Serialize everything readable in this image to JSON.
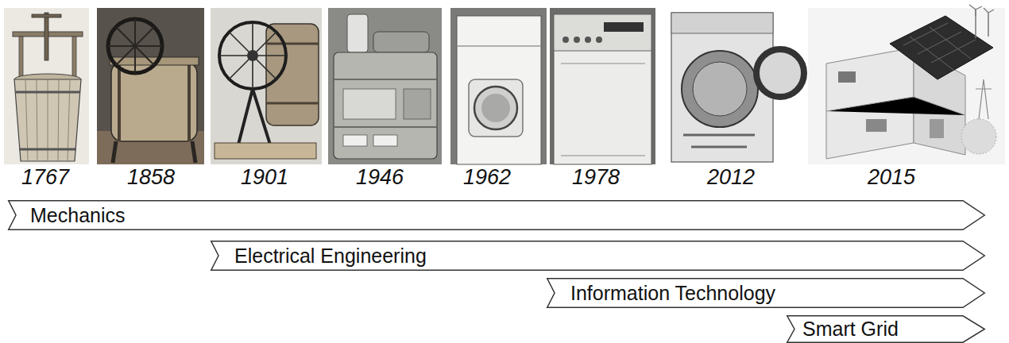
{
  "diagram": {
    "nodes": [
      {
        "text": [
          "Mechanics"
        ]
      },
      {
        "text": [
          "Electrical Engineering"
        ]
      },
      {
        "text": [
          "Information Technology"
        ]
      },
      {
        "text": [
          "Smart Grid"
        ]
      }
    ],
    "labels": [
      "1767",
      "1858",
      "1901",
      "1946",
      "1962",
      "1978",
      "2012",
      "2015"
    ]
  }
}
